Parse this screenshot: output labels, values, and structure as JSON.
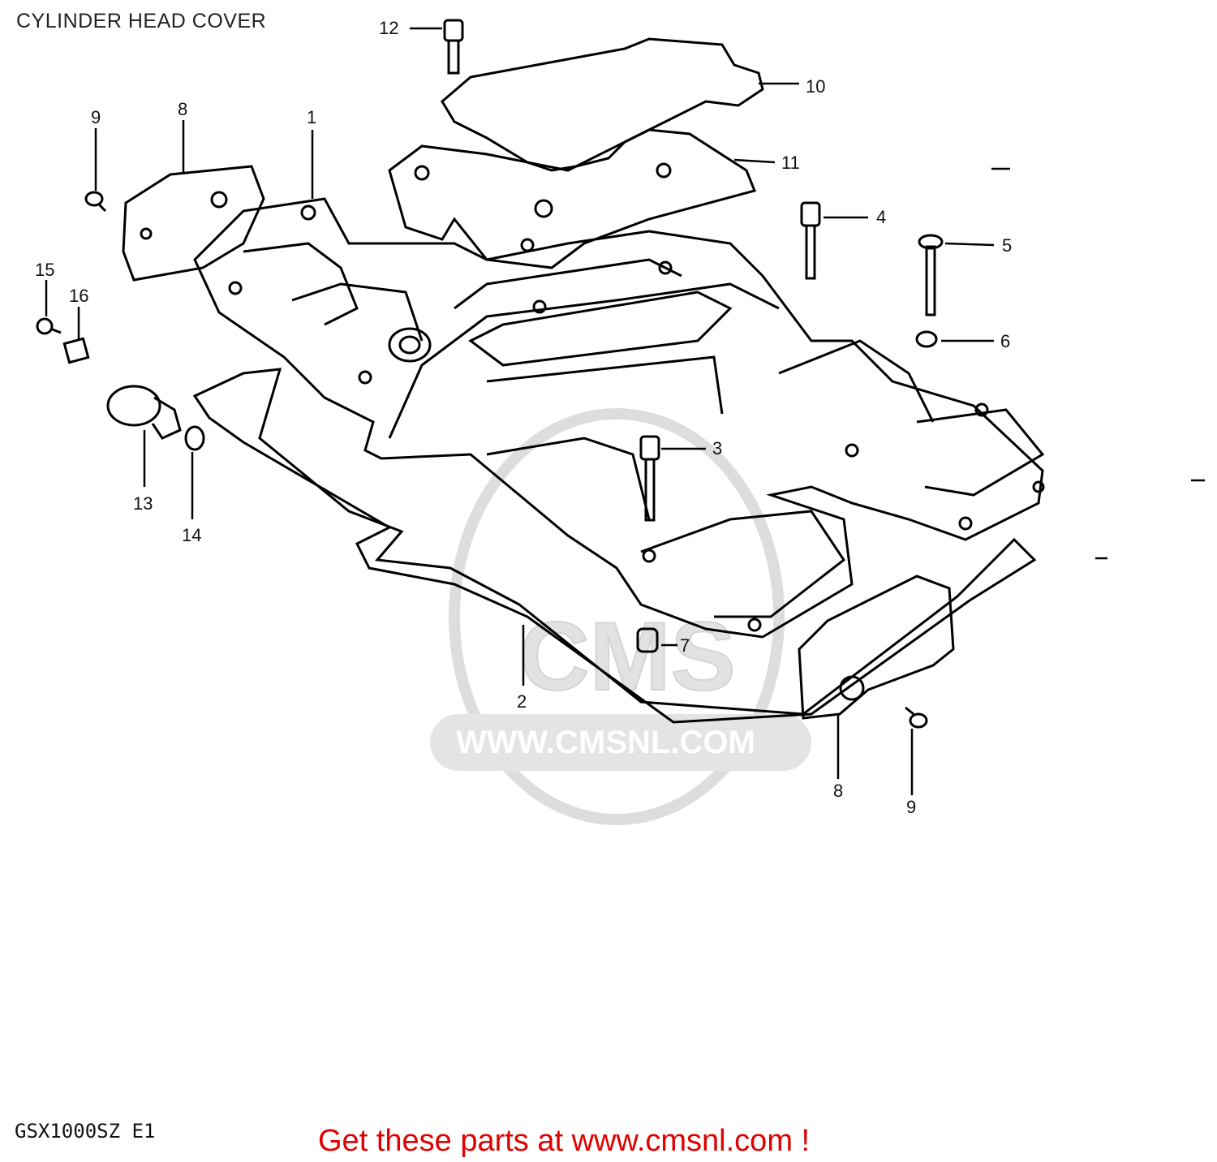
{
  "header": {
    "title": "CYLINDER HEAD COVER"
  },
  "watermark": {
    "letters": "CMS",
    "url": "WWW.CMSNL.COM",
    "color": "#d9d9d9"
  },
  "callouts": {
    "c1": "1",
    "c2": "2",
    "c3": "3",
    "c4": "4",
    "c5": "5",
    "c6": "6",
    "c7": "7",
    "c8a": "8",
    "c8b": "8",
    "c9a": "9",
    "c9b": "9",
    "c10": "10",
    "c11": "11",
    "c12": "12",
    "c13": "13",
    "c14": "14",
    "c15": "15",
    "c16": "16"
  },
  "footer": {
    "model_code": "GSX1000SZ E1",
    "promo": "Get these parts at www.cmsnl.com !",
    "promo_color": "#e00000"
  }
}
